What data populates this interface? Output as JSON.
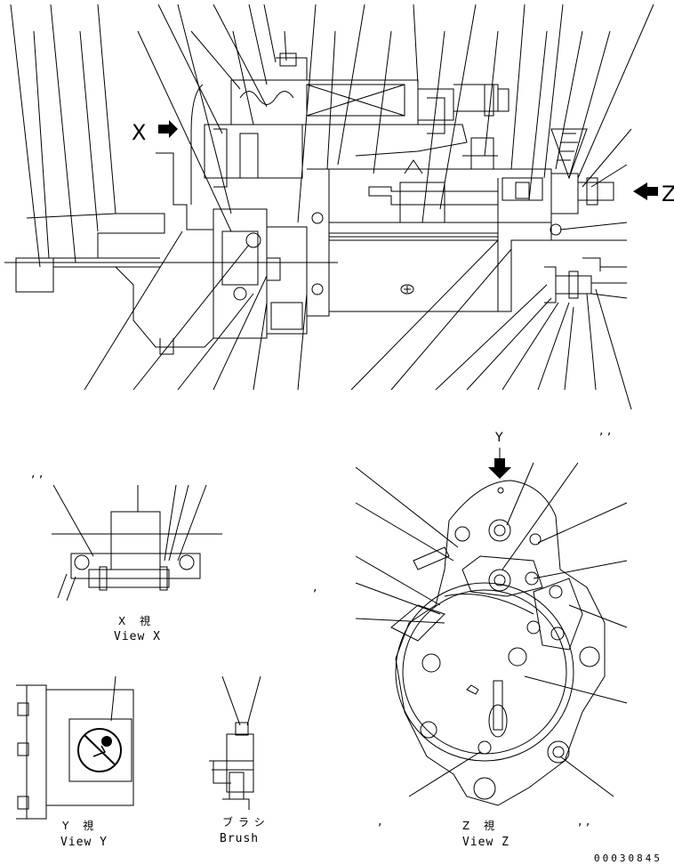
{
  "main_view": {
    "arrow_x_label": "X",
    "arrow_z_label": "Z"
  },
  "view_x": {
    "jp": "X 視",
    "en": "View X",
    "commas": ",  ,"
  },
  "view_y": {
    "jp": "Y 視",
    "en": "View Y"
  },
  "brush": {
    "jp": "ブラシ",
    "en": "Brush"
  },
  "view_z": {
    "jp": "Z 視",
    "en": "View Z",
    "arrow_y_label": "Y"
  },
  "stray_commas": {
    "top_right": ",    ,",
    "middle": ",",
    "bottom_left": ",",
    "bottom_right": ",   ,"
  },
  "drawing_code": "00030845",
  "colors": {
    "ink": "#000000",
    "paper": "#ffffff"
  }
}
